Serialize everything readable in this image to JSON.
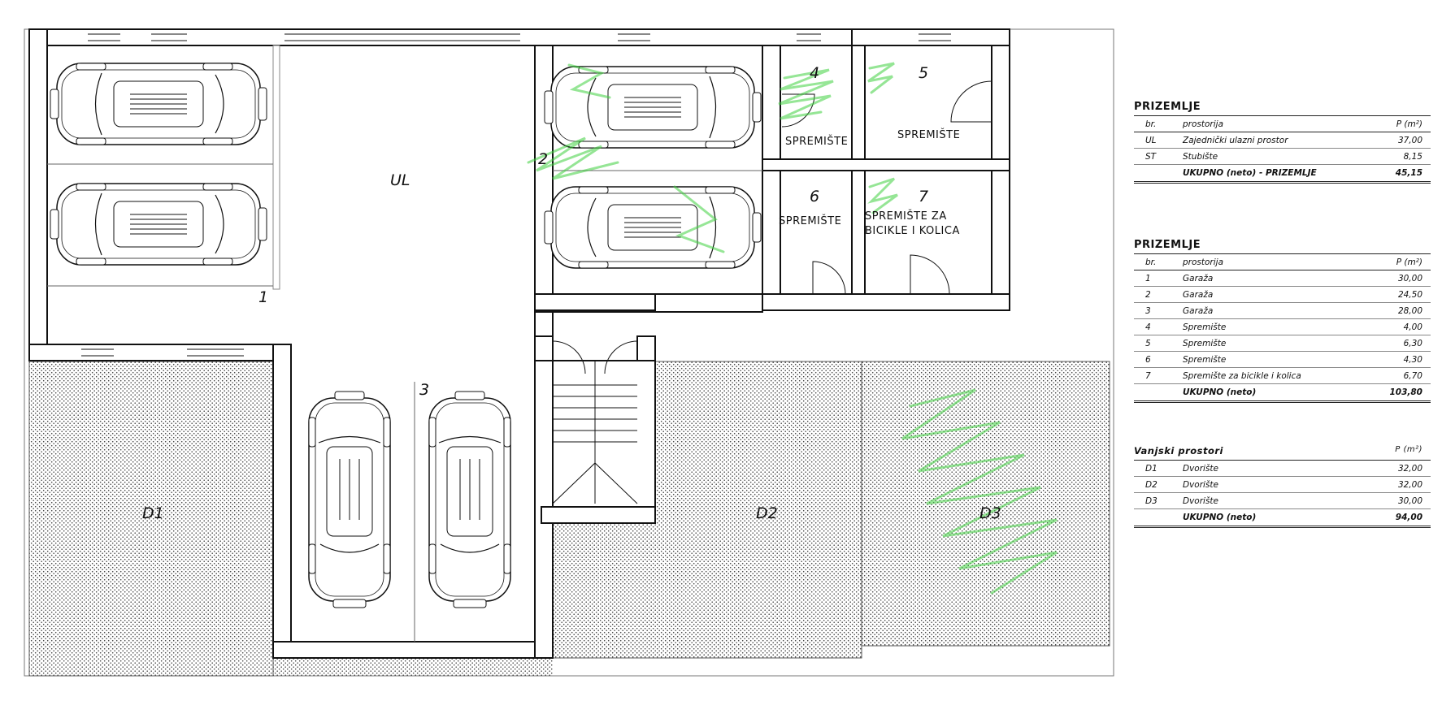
{
  "plan": {
    "zones": {
      "ul": "UL",
      "d1": "D1",
      "d2": "D2",
      "d3": "D3"
    },
    "numbers": [
      "1",
      "2",
      "3",
      "4",
      "5",
      "6",
      "7"
    ],
    "rooms": {
      "r4": "SPREMIŠTE",
      "r5": "SPREMIŠTE",
      "r6": "SPREMIŠTE",
      "r7_line1": "SPREMIŠTE ZA",
      "r7_line2": "BICIKLE I KOLICA"
    }
  },
  "table1": {
    "title": "PRIZEMLJE",
    "head": {
      "c1": "br.",
      "c2": "prostorija",
      "c3": "P (m²)"
    },
    "rows": [
      {
        "c1": "UL",
        "c2": "Zajednički ulazni prostor",
        "c3": "37,00"
      },
      {
        "c1": "ST",
        "c2": "Stubište",
        "c3": "8,15"
      }
    ],
    "total": {
      "label": "UKUPNO (neto) - PRIZEMLJE",
      "value": "45,15"
    }
  },
  "table2": {
    "title": "PRIZEMLJE",
    "head": {
      "c1": "br.",
      "c2": "prostorija",
      "c3": "P (m²)"
    },
    "rows": [
      {
        "c1": "1",
        "c2": "Garaža",
        "c3": "30,00"
      },
      {
        "c1": "2",
        "c2": "Garaža",
        "c3": "24,50"
      },
      {
        "c1": "3",
        "c2": "Garaža",
        "c3": "28,00"
      },
      {
        "c1": "4",
        "c2": "Spremište",
        "c3": "4,00"
      },
      {
        "c1": "5",
        "c2": "Spremište",
        "c3": "6,30"
      },
      {
        "c1": "6",
        "c2": "Spremište",
        "c3": "4,30"
      },
      {
        "c1": "7",
        "c2": "Spremište za bicikle i kolica",
        "c3": "6,70"
      }
    ],
    "total": {
      "label": "UKUPNO (neto)",
      "value": "103,80"
    }
  },
  "table3": {
    "title": "Vanjski prostori",
    "head_c3": "P (m²)",
    "rows": [
      {
        "c1": "D1",
        "c2": "Dvorište",
        "c3": "32,00"
      },
      {
        "c1": "D2",
        "c2": "Dvorište",
        "c3": "32,00"
      },
      {
        "c1": "D3",
        "c2": "Dvorište",
        "c3": "30,00"
      }
    ],
    "total": {
      "label": "UKUPNO (neto)",
      "value": "94,00"
    }
  },
  "colors": {
    "wall": "#111111",
    "hatch": "#555555",
    "green_marker": "#3fd13f"
  }
}
